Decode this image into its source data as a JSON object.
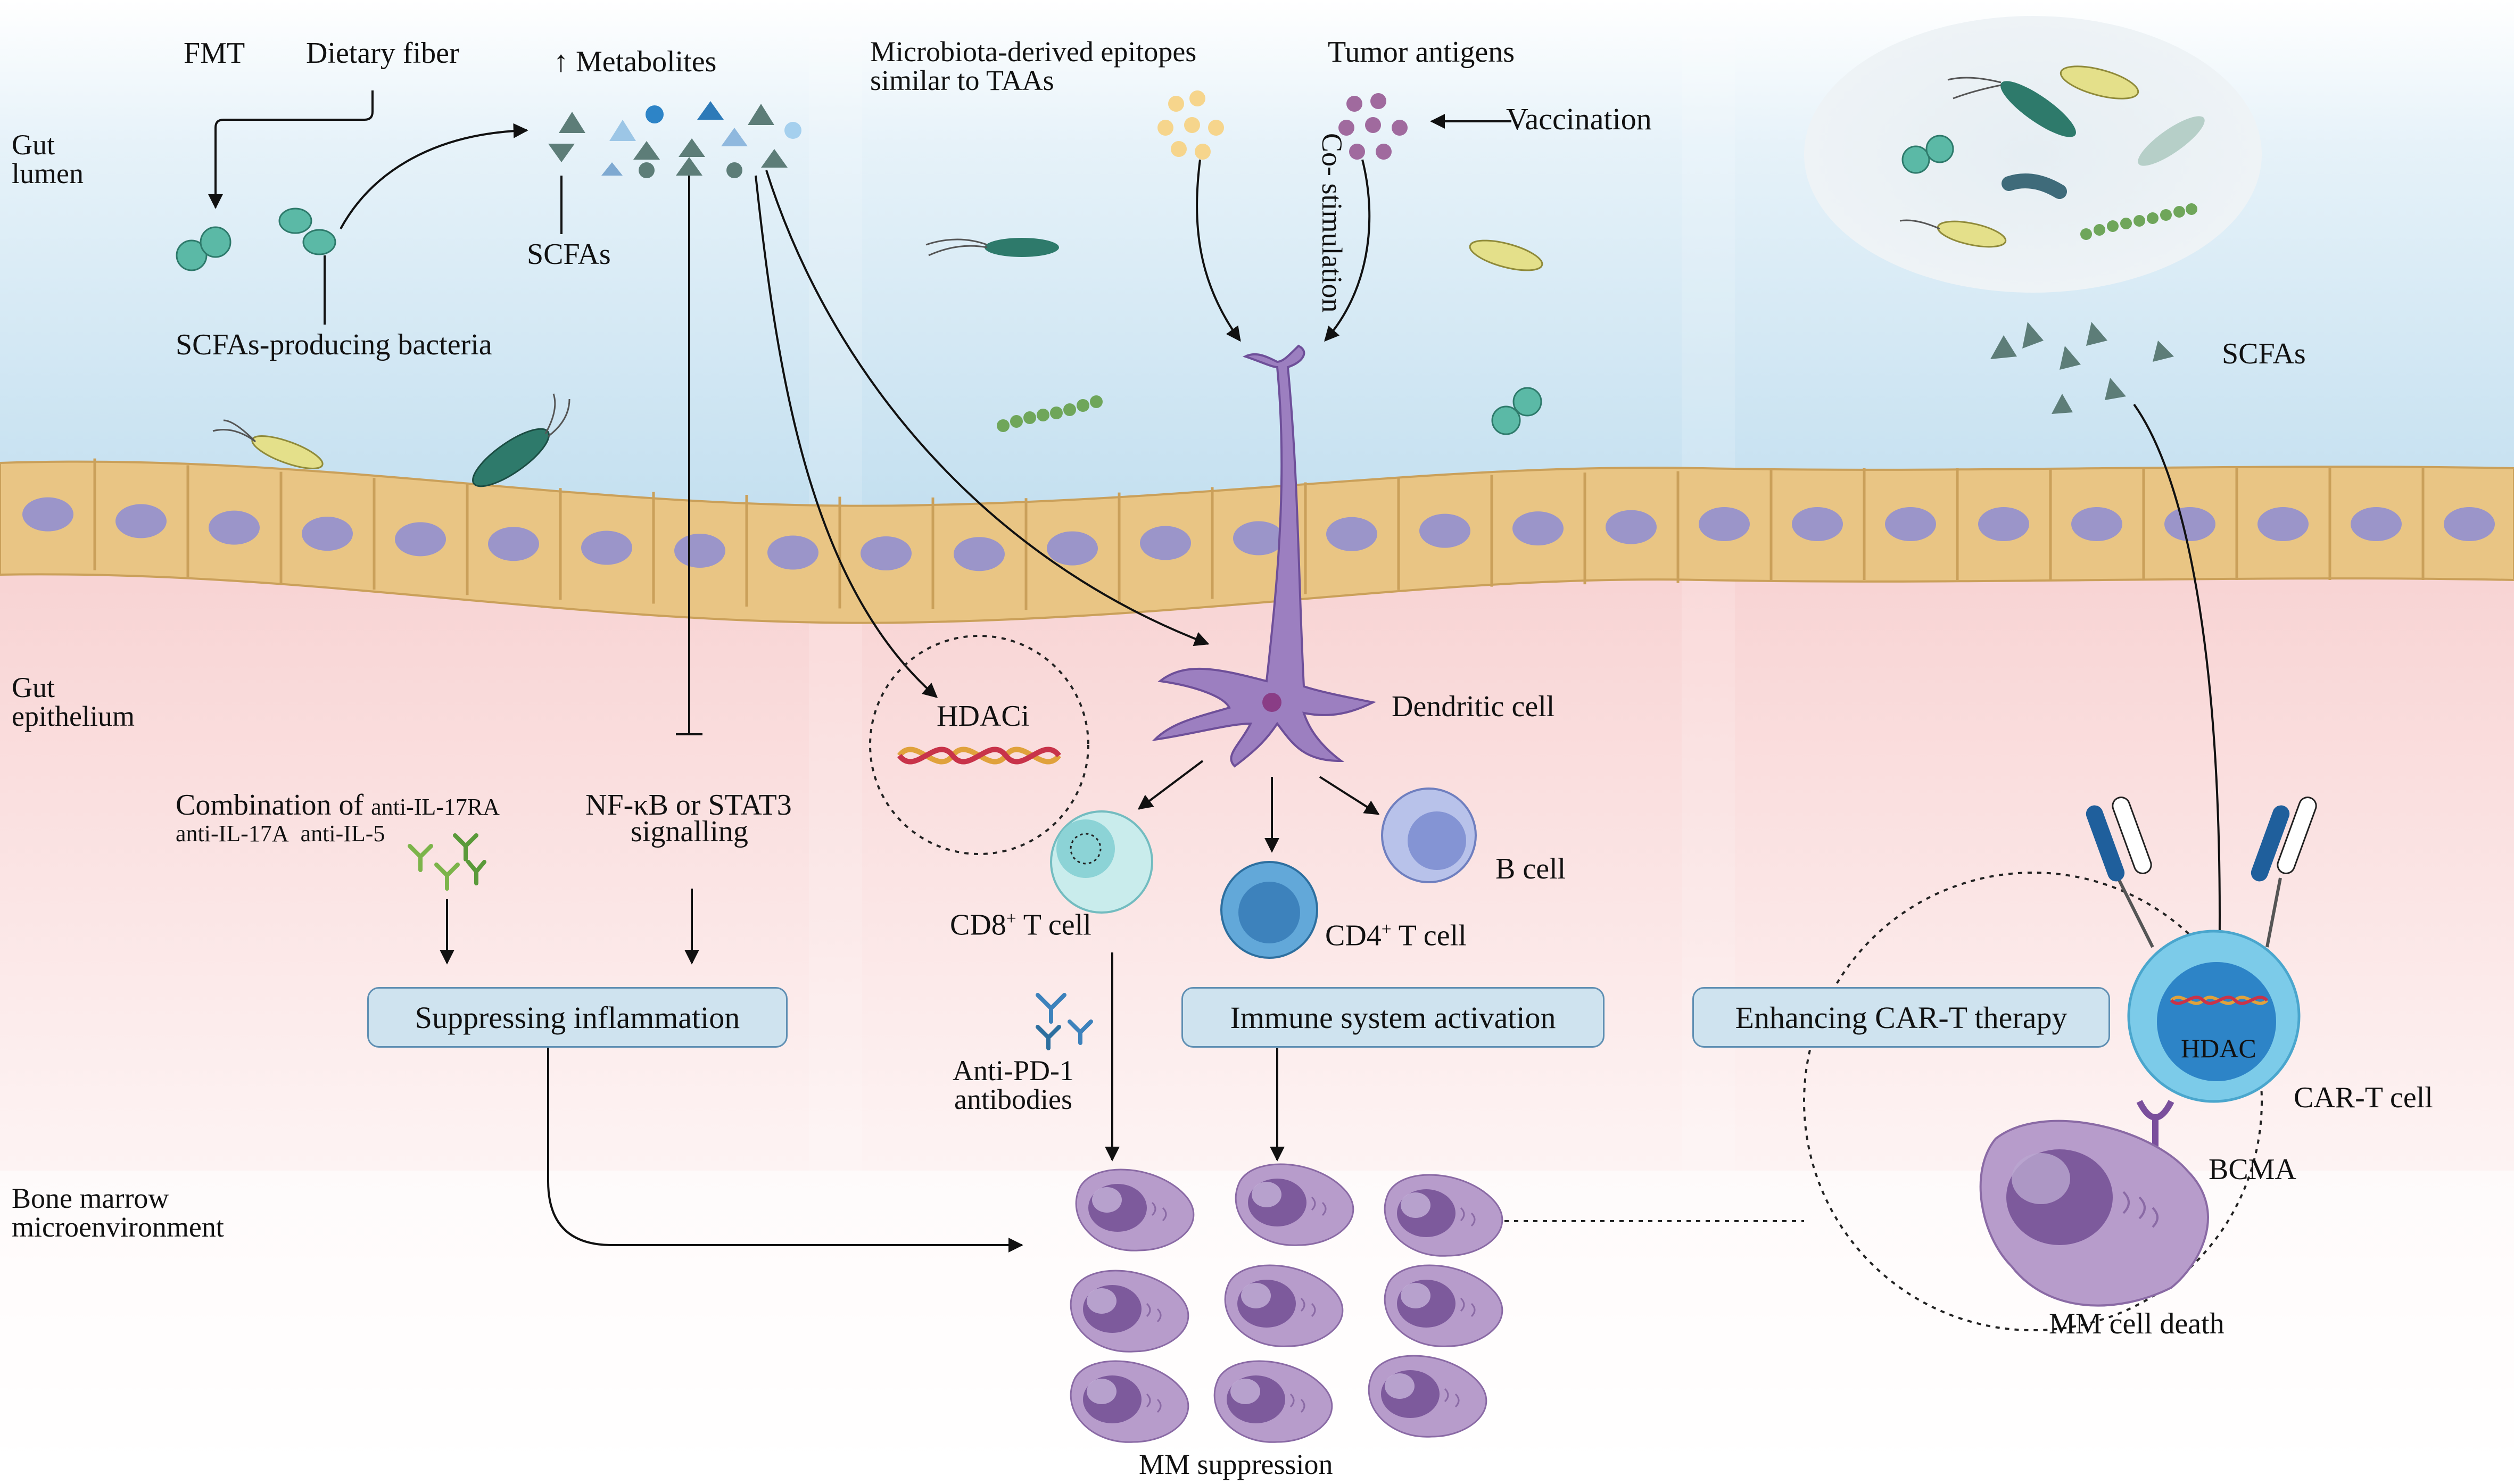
{
  "regions": {
    "gut_lumen": "Gut\nlumen",
    "gut_epithelium": "Gut\nepithelium",
    "bone_marrow": "Bone marrow\nmicroenvironment"
  },
  "left_panel": {
    "fmt": "FMT",
    "dietary_fiber": "Dietary fiber",
    "metabolites": "↑ Metabolites",
    "scfas": "SCFAs",
    "scfas_bacteria": "SCFAs-producing bacteria",
    "combination_prefix": "Combination of",
    "anti_il17ra": "anti-IL-17RA",
    "anti_il17a": "anti-IL-17A",
    "anti_il5": "anti-IL-5",
    "nfkb": "NF-κB or STAT3",
    "signalling": "signalling",
    "suppressing_box": "Suppressing inflammation"
  },
  "middle_panel": {
    "epitopes_line1": "Microbiota-derived epitopes",
    "epitopes_line2": "similar to TAAs",
    "tumor_antigens": "Tumor antigens",
    "vaccination": "Vaccination",
    "costimulation": "Co- stimulation",
    "dendritic_cell": "Dendritic cell",
    "hdaci": "HDACi",
    "cd8_main": "CD8",
    "cd8_sup": "+",
    "cd8_rest": " T cell",
    "cd4_main": "CD4",
    "cd4_sup": "+",
    "cd4_rest": " T cell",
    "b_cell": "B cell",
    "anti_pd1_line1": "Anti-PD-1",
    "anti_pd1_line2": "antibodies",
    "immune_box": "Immune system activation",
    "mm_suppression": "MM suppression"
  },
  "right_panel": {
    "scfas": "SCFAs",
    "car_t_box": "Enhancing CAR-T therapy",
    "hdac": "HDAC",
    "car_t_cell": "CAR-T cell",
    "bcma": "BCMA",
    "mm_death": "MM cell death"
  },
  "colors": {
    "lumen_blue": "#cfe6f3",
    "epithelium": "#e8c27d",
    "nucleus": "#9b95c9",
    "marrow_pink": "#fbe3e3",
    "bacteria_teal": "#5bb9a6",
    "bacteria_dark": "#2e7a6b",
    "yellow_bacterium": "#e4e08a",
    "dendritic_purple": "#9c7fc0",
    "mm_cell": "#b79ccb",
    "box_fill": "#cfe3ef",
    "box_border": "#5f8fb3",
    "car_t": "#7ccbe9",
    "receptor": "#1f5f9c",
    "scfa_triangle": "#5d7d78",
    "hdac_nucleus": "#2d84c7"
  }
}
